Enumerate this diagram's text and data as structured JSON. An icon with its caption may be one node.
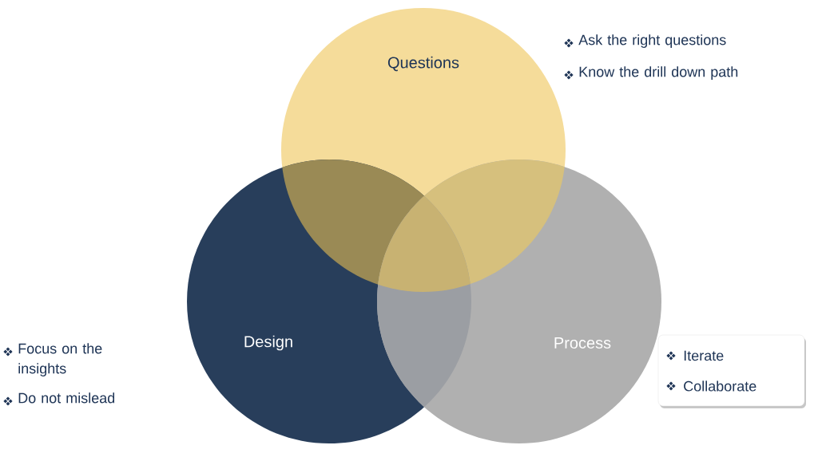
{
  "diagram": {
    "nodes": [
      {
        "text": [
          "Questions"
        ],
        "beside": [
          "Ask the right questions",
          "Know the drill down path"
        ]
      },
      {
        "text": [
          "Design"
        ],
        "beside": [
          "Focus on the insights",
          "Do not mislead"
        ]
      },
      {
        "text": [
          "Process"
        ]
      },
      {
        "text": [
          "Iterate",
          "Collaborate"
        ]
      }
    ]
  }
}
